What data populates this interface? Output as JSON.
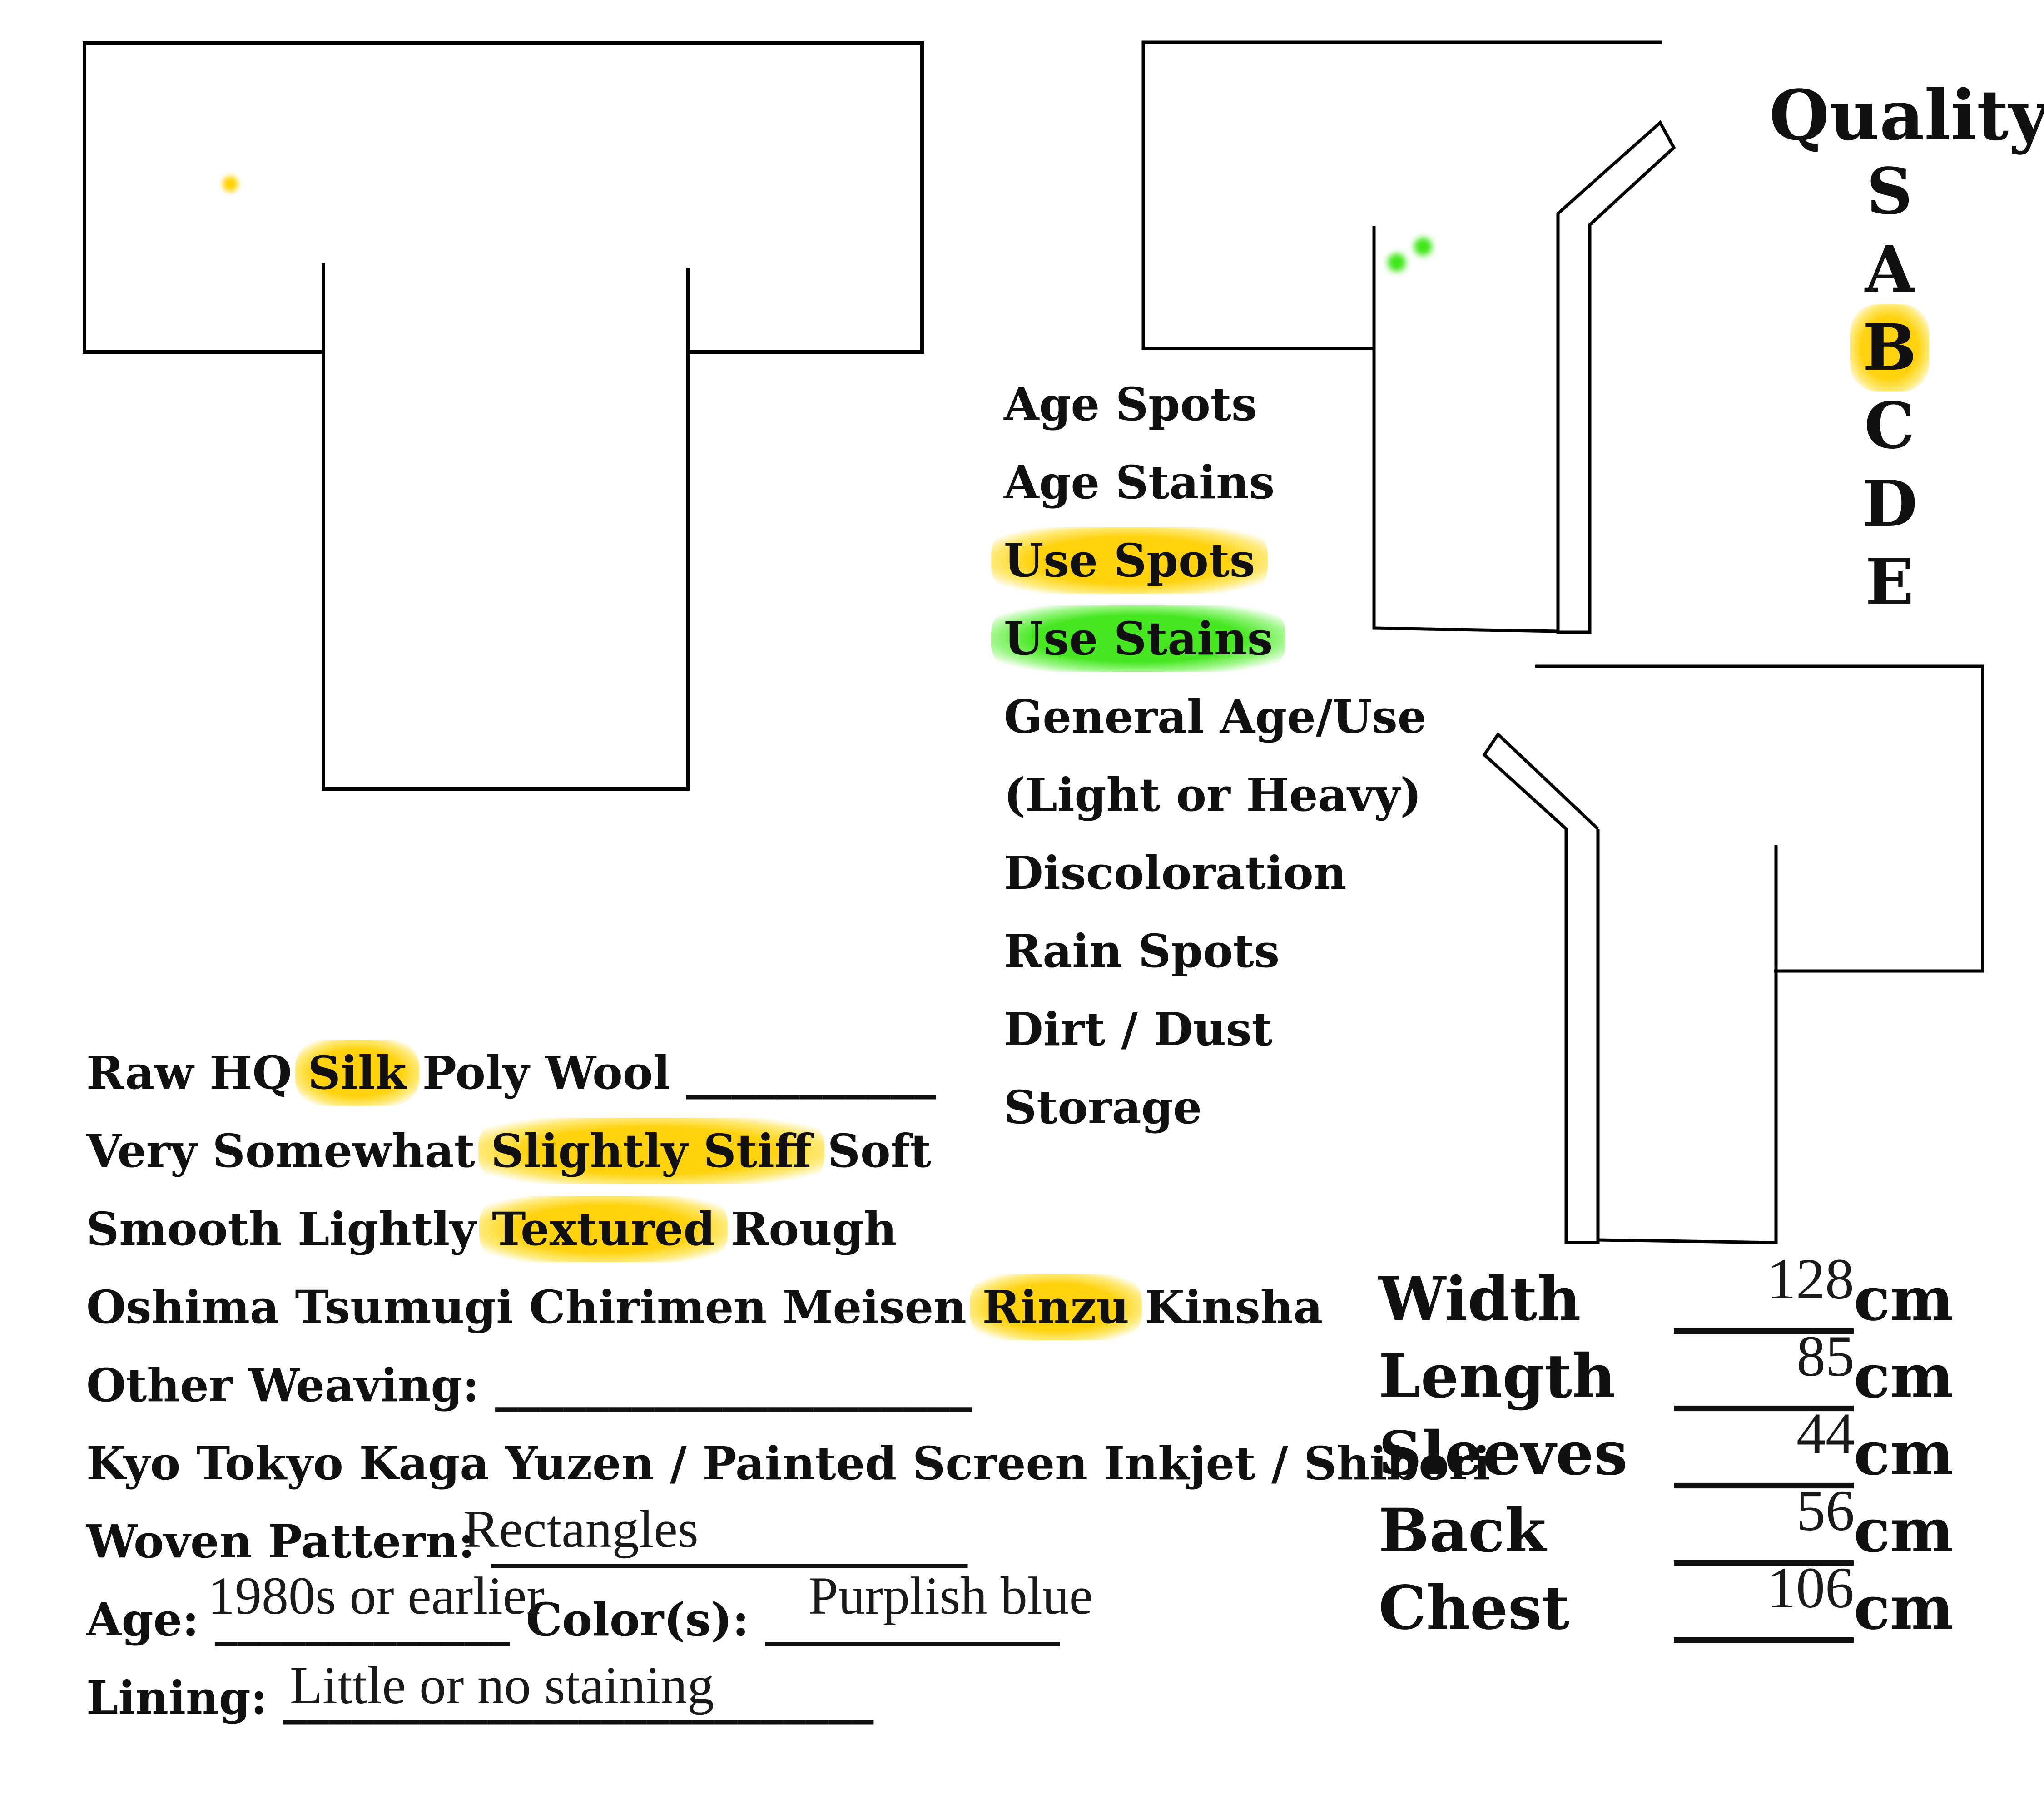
{
  "defect_list": [
    "Age Spots",
    "Age Stains",
    "Use Spots",
    "Use Stains",
    "General Age/Use",
    "(Light or Heavy)",
    "Discoloration",
    "Rain Spots",
    "Dirt / Dust",
    "Storage"
  ],
  "quality": {
    "label": "Quality",
    "grades": [
      "S",
      "A",
      "B",
      "C",
      "D",
      "E"
    ],
    "selected": "B"
  },
  "material": {
    "pre": "Raw HQ ",
    "selected": "Silk",
    "post": " Poly Wool ",
    "blank": "___________"
  },
  "stiffness": {
    "pre": "Very Somewhat ",
    "selected": "Slightly Stiff",
    "post": " Soft"
  },
  "texture": {
    "pre": "Smooth Lightly ",
    "selected": "Textured",
    "post": " Rough"
  },
  "weave": {
    "pre": "Oshima Tsumugi Chirimen Meisen ",
    "selected": "Rinzu",
    "post": " Kinsha"
  },
  "other_weaving": {
    "label": "Other Weaving: ",
    "blank": "_____________________"
  },
  "dye_methods": "Kyo Tokyo Kaga Yuzen / Painted Screen Inkjet / Shibori",
  "woven_pattern": {
    "label": "Woven Pattern: ",
    "blank": "_____________________",
    "value": "Rectangles"
  },
  "age": {
    "label": "Age: ",
    "blank": "_____________",
    "value": "1980s or earlier"
  },
  "colors": {
    "label": " Color(s): ",
    "blank": "_____________",
    "value": "Purplish blue"
  },
  "lining": {
    "label": "Lining: ",
    "blank": "__________________________",
    "value": "Little or no staining"
  },
  "measurements": [
    {
      "label": "Width",
      "blank": "______",
      "value": "128",
      "unit": "cm"
    },
    {
      "label": "Length",
      "blank": "______",
      "value": "85",
      "unit": "cm"
    },
    {
      "label": "Sleeves",
      "blank": "______",
      "value": "44",
      "unit": "cm"
    },
    {
      "label": "Back",
      "blank": "______",
      "value": "56",
      "unit": "cm"
    },
    {
      "label": "Chest",
      "blank": "______",
      "value": "106",
      "unit": "cm"
    }
  ],
  "colors_used": {
    "use_spots_highlight": "#FFD200",
    "use_stains_highlight": "#3CE614",
    "outline": "#000000"
  }
}
